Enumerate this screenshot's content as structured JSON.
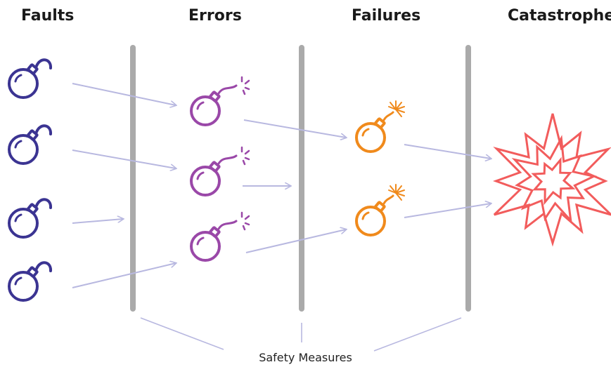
{
  "headings": {
    "faults": "Faults",
    "errors": "Errors",
    "failures": "Failures",
    "catastrophe": "Catastrophe"
  },
  "footer": {
    "safety_measures": "Safety Measures"
  },
  "colors": {
    "fault": "#3b3492",
    "error": "#9a48a8",
    "failure": "#f08a1c",
    "catastrophe": "#f25c5c",
    "barrier": "#aaaaaa",
    "arrow": "#b8b8e0"
  },
  "icons": {
    "fault": "bomb-icon",
    "error": "lit-bomb-icon",
    "failure": "sparking-bomb-icon",
    "catastrophe": "explosion-icon"
  }
}
